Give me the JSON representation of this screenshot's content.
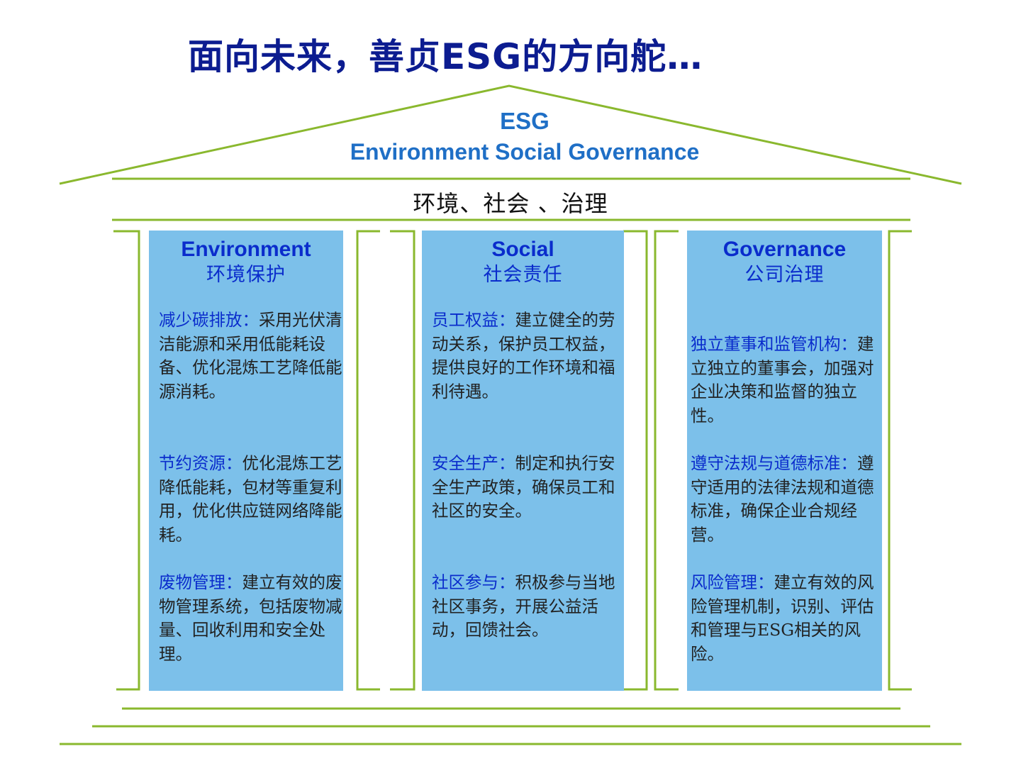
{
  "title": "面向未来，善贞ESG的方向舵…",
  "roof": {
    "acronym": "ESG",
    "full": "Environment Social  Governance"
  },
  "beam_label": "环境、社会 、治理",
  "colors": {
    "title": "#0c1c90",
    "roof_text": "#1f6fc6",
    "outline": "#8ab82e",
    "pillar_fill": "#7cc0ea",
    "heading": "#0a2ccc"
  },
  "pillars": [
    {
      "heading_en": "Environment",
      "heading_zh": "环境保护",
      "items": [
        {
          "label": "减少碳排放",
          "text": "采用光伏清洁能源和采用低能耗设备、优化混炼工艺降低能源消耗。"
        },
        {
          "label": "节约资源",
          "text": "优化混炼工艺降低能耗，包材等重复利用，优化供应链网络降能耗。"
        },
        {
          "label": "废物管理",
          "text": "建立有效的废物管理系统，包括废物减量、回收利用和安全处理。"
        }
      ]
    },
    {
      "heading_en": "Social",
      "heading_zh": "社会责任",
      "items": [
        {
          "label": "员工权益",
          "text": "建立健全的劳动关系，保护员工权益，提供良好的工作环境和福利待遇。"
        },
        {
          "label": "安全生产",
          "text": "制定和执行安全生产政策，确保员工和社区的安全。"
        },
        {
          "label": "社区参与",
          "text": "积极参与当地社区事务，开展公益活动，回馈社会。"
        }
      ]
    },
    {
      "heading_en": "Governance",
      "heading_zh": "公司治理",
      "items": [
        {
          "label": "独立董事和监管机构",
          "text": "建立独立的董事会，加强对企业决策和监督的独立性。"
        },
        {
          "label": "遵守法规与道德标准",
          "text": "遵守适用的法律法规和道德标准，确保企业合规经营。"
        },
        {
          "label": "风险管理",
          "text": "建立有效的风险管理机制，识别、评估和管理与ESG相关的风险。"
        }
      ]
    }
  ]
}
